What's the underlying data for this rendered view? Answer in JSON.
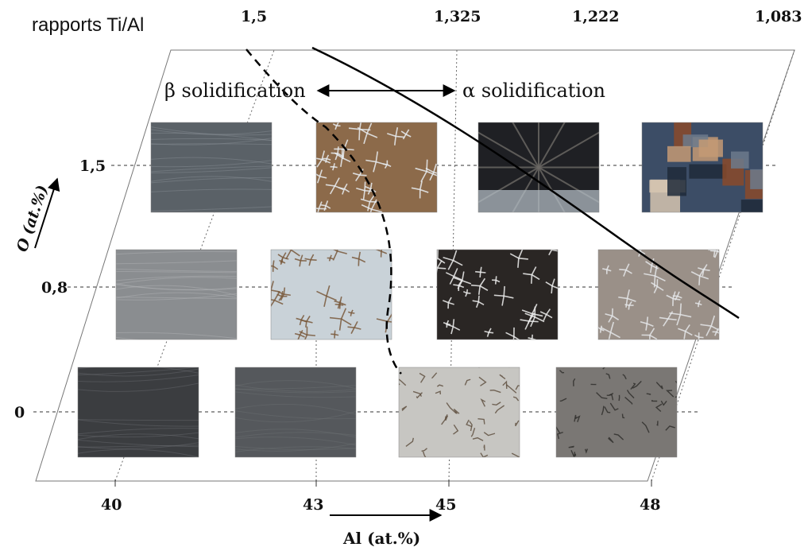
{
  "header": {
    "ratio_label": "rapports Ti/Al",
    "ratios": [
      "1,5",
      "1,325",
      "1,222",
      "1,083"
    ]
  },
  "solidification": {
    "beta": "β solidification",
    "alpha": "α solidification"
  },
  "axes": {
    "o_title": "O (at.%)",
    "o_ticks": [
      "1,5",
      "0,8",
      "0"
    ],
    "al_title": "Al (at.%)",
    "al_ticks": [
      "40",
      "43",
      "45",
      "48"
    ]
  },
  "micrographs": [
    {
      "o": "1,5",
      "al": "40",
      "texture": "smooth",
      "base": "#5a6167",
      "accent": "#8a9096"
    },
    {
      "o": "1,5",
      "al": "43",
      "texture": "dendrite",
      "base": "#8c6a4a",
      "accent": "#e9eef2"
    },
    {
      "o": "1,5",
      "al": "45",
      "texture": "fern",
      "base": "#1f2024",
      "accent": "#6d6a66"
    },
    {
      "o": "1,5",
      "al": "48",
      "texture": "grains",
      "base": "#3c4d66",
      "accent": "#c49a74"
    },
    {
      "o": "0,8",
      "al": "40",
      "texture": "smooth",
      "base": "#8a8d90",
      "accent": "#b3b6b8"
    },
    {
      "o": "0,8",
      "al": "43",
      "texture": "dendrite",
      "base": "#c9d2d8",
      "accent": "#7a5a3c"
    },
    {
      "o": "0,8",
      "al": "45",
      "texture": "dendrite",
      "base": "#2a2624",
      "accent": "#f0f0f0"
    },
    {
      "o": "0,8",
      "al": "48",
      "texture": "dendrite",
      "base": "#9a9088",
      "accent": "#e6e8ea"
    },
    {
      "o": "0",
      "al": "40",
      "texture": "smooth",
      "base": "#3b3d40",
      "accent": "#6a6c70"
    },
    {
      "o": "0",
      "al": "43",
      "texture": "smooth",
      "base": "#55585c",
      "accent": "#6d7074"
    },
    {
      "o": "0",
      "al": "45",
      "texture": "cracks",
      "base": "#c7c6c2",
      "accent": "#5a4a3a"
    },
    {
      "o": "0",
      "al": "48",
      "texture": "cracks",
      "base": "#7a7774",
      "accent": "#2c2a28"
    }
  ]
}
